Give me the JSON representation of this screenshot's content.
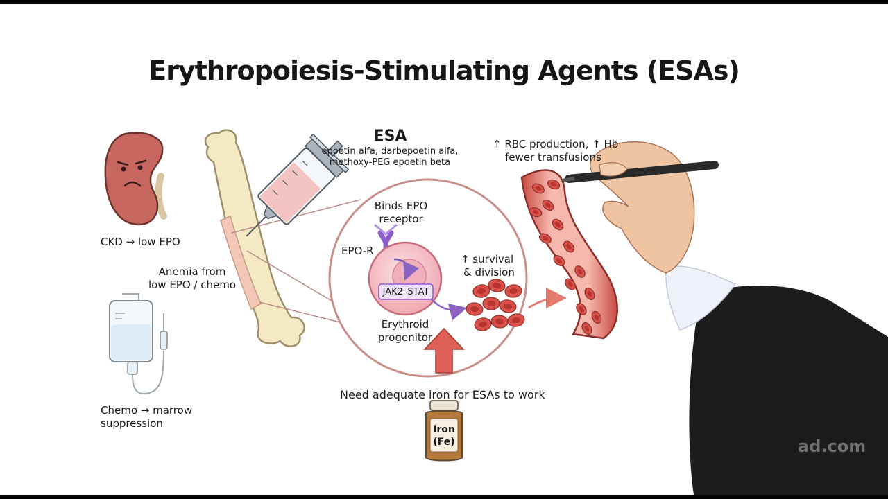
{
  "title": "Erythropoiesis-Stimulating Agents (ESAs)",
  "labels": {
    "ckd": "CKD → low EPO",
    "anemia_line1": "Anemia from",
    "anemia_line2": "low EPO / chemo",
    "chemo_line1": "Chemo → marrow",
    "chemo_line2": "suppression",
    "esa_title": "ESA",
    "esa_sub_line1": "epoetin alfa, darbepoetin alfa,",
    "esa_sub_line2": "methoxy-PEG epoetin beta",
    "binds_line1": "Binds EPO",
    "binds_line2": "receptor",
    "epo_r": "EPO-R",
    "jak2": "JAK2–STAT",
    "erythroid_line1": "Erythroid",
    "erythroid_line2": "progenitor",
    "survival_line1": "↑ survival",
    "survival_line2": "& division",
    "rbc_line1": "↑ RBC production, ↑ Hb",
    "rbc_line2": "fewer transfusions",
    "iron_need": "Need adequate iron for ESAs to work",
    "iron_line1": "Iron",
    "iron_line2": "(Fe)",
    "watermark": "ad.com"
  },
  "colors": {
    "kidney": "#c8675f",
    "bone": "#f5e9c4",
    "blood_red": "#d9504a",
    "vessel": "#f0a49a",
    "receptor": "#8e5cc9",
    "zoom_circle": "#c98e8a",
    "up_arrow": "#dd5f55",
    "suit": "#1c1c1c"
  }
}
